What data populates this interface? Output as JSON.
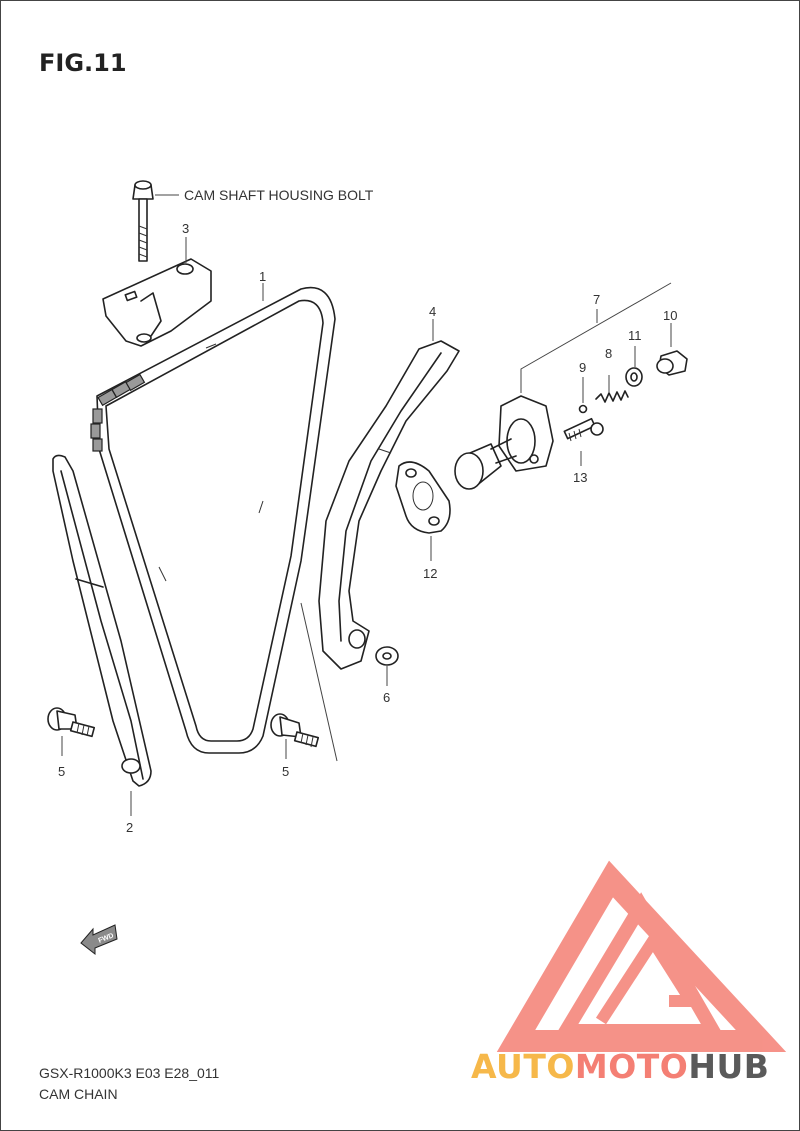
{
  "figure": {
    "title": "FIG.11"
  },
  "callouts": {
    "cam_shaft_housing_bolt": "CAM SHAFT HOUSING BOLT",
    "p1": "1",
    "p2": "2",
    "p3": "3",
    "p4": "4",
    "p5a": "5",
    "p5b": "5",
    "p6": "6",
    "p7": "7",
    "p8": "8",
    "p9": "9",
    "p10": "10",
    "p11": "11",
    "p12": "12",
    "p13": "13"
  },
  "fwd_label": "FWD",
  "footer": {
    "model": "GSX-R1000K3 E03 E28_011",
    "section": "CAM CHAIN"
  },
  "watermark": {
    "part_auto": "AUTO",
    "part_moto": "MOTO",
    "part_hub": "HUB",
    "colors": {
      "auto": "#f6b84a",
      "moto": "#f47f74",
      "hub": "#5a5a5a",
      "logo": "#f47f74"
    }
  }
}
